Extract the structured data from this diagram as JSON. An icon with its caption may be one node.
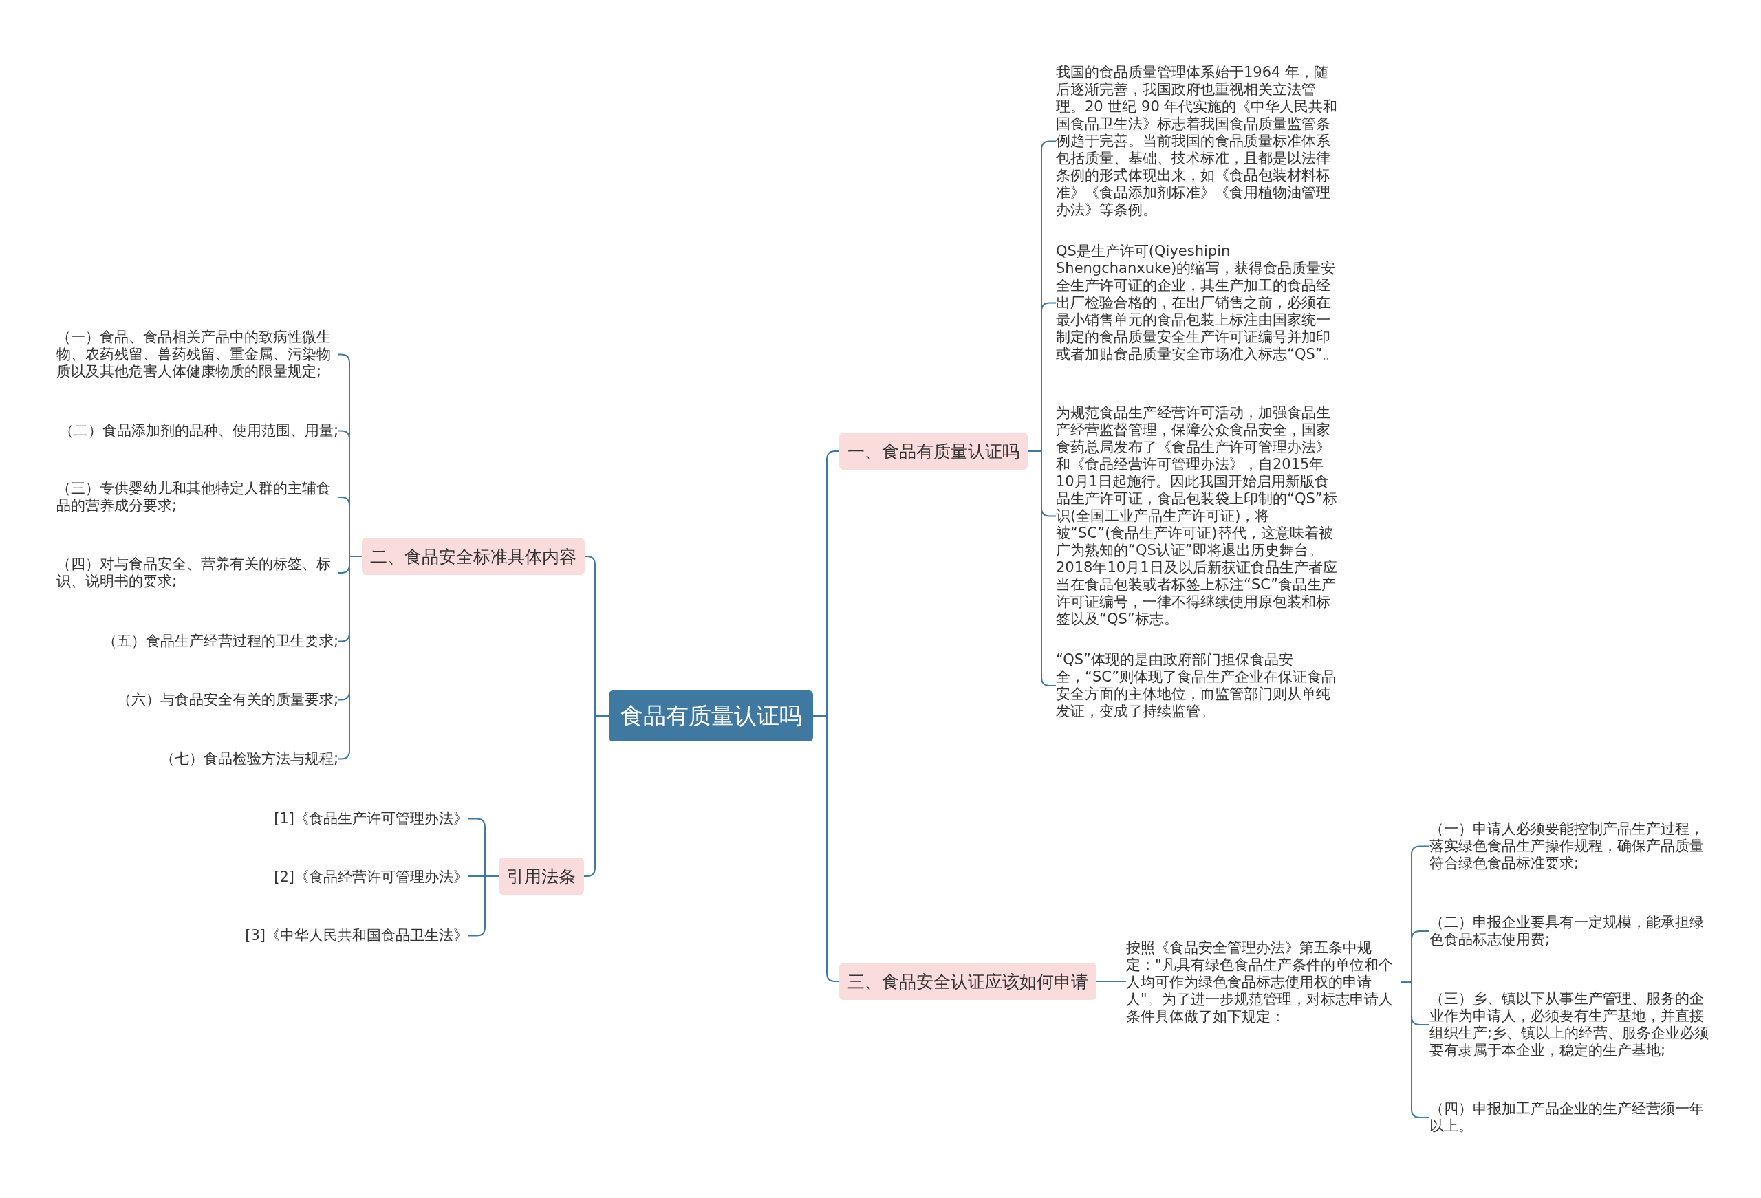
{
  "diagram": {
    "nodes": [
      {
        "text": [
          "食品有质量认证吗"
        ]
      },
      {
        "text": [
          "一、食品有质量认证吗"
        ]
      },
      {
        "text": [
          "我国的食品质量管理体系始于1964 年，随后逐渐完善，我国政府也重视相关立法管理。20 世纪 90 年代实施的《中华人民共和国食品卫生法》标志着我国食品质量监管条例趋于完善。当前我国的食品质量标准体系包括质量、基础、技术标准，且都是以法律条例的形式体现出来，如《食品包装材料标准》《食品添加剂标准》《食用植物油管理办法》等条例。"
        ]
      },
      {
        "text": [
          "QS是生产许可(Qiyeshipin Shengchanxuke)的缩写，获得食品质量安全生产许可证的企业，其生产加工的食品经出厂检验合格的，在出厂销售之前，必须在最小销售单元的食品包装上标注由国家统一制定的食品质量安全生产许可证编号并加印或者加贴食品质量安全市场准入标志“QS”。"
        ]
      },
      {
        "text": [
          "为规范食品生产经营许可活动，加强食品生产经营监督管理，保障公众食品安全，国家食药总局发布了《食品生产许可管理办法》和《食品经营许可管理办法》，自2015年10月1日起施行。因此我国开始启用新版食品生产许可证，食品包装袋上印制的“QS”标识(全国工业产品生产许可证)，将被“SC”(食品生产许可证)替代，这意味着被广为熟知的“QS认证”即将退出历史舞台。2018年10月1日及以后新获证食品生产者应当在食品包装或者标签上标注“SC”食品生产许可证编号，一律不得继续使用原包装和标签以及“QS”标志。"
        ]
      },
      {
        "text": [
          "“QS”体现的是由政府部门担保食品安全，“SC”则体现了食品生产企业在保证食品安全方面的主体地位，而监管部门则从单纯发证，变成了持续监管。"
        ]
      },
      {
        "text": [
          "二、食品安全标准具体内容"
        ]
      },
      {
        "text": [
          "（一）食品、食品相关产品中的致病性微生物、农药残留、兽药残留、重金属、污染物质以及其他危害人体健康物质的限量规定;"
        ]
      },
      {
        "text": [
          "（二）食品添加剂的品种、使用范围、用量;"
        ]
      },
      {
        "text": [
          "（三）专供婴幼儿和其他特定人群的主辅食品的营养成分要求;"
        ]
      },
      {
        "text": [
          "（四）对与食品安全、营养有关的标签、标识、说明书的要求;"
        ]
      },
      {
        "text": [
          "（五）食品生产经营过程的卫生要求;"
        ]
      },
      {
        "text": [
          "（六）与食品安全有关的质量要求;"
        ]
      },
      {
        "text": [
          "（七）食品检验方法与规程;"
        ]
      },
      {
        "text": [
          "引用法条"
        ]
      },
      {
        "text": [
          "[1]《食品生产许可管理办法》"
        ]
      },
      {
        "text": [
          "[2]《食品经营许可管理办法》"
        ]
      },
      {
        "text": [
          "[3]《中华人民共和国食品卫生法》"
        ]
      },
      {
        "text": [
          "三、食品安全认证应该如何申请"
        ]
      },
      {
        "text": [
          "按照《食品安全管理办法》第五条中规定：\"凡具有绿色食品生产条件的单位和个人均可作为绿色食品标志使用权的申请人\"。为了进一步规范管理，对标志申请人条件具体做了如下规定："
        ]
      },
      {
        "text": [
          "（一）申请人必须要能控制产品生产过程，落实绿色食品生产操作规程，确保产品质量符合绿色食品标准要求;"
        ]
      },
      {
        "text": [
          "（二）申报企业要具有一定规模，能承担绿色食品标志使用费;"
        ]
      },
      {
        "text": [
          "（三）乡、镇以下从事生产管理、服务的企业作为申请人，必须要有生产基地，并直接组织生产;乡、镇以上的经营、服务企业必须要有隶属于本企业，稳定的生产基地;"
        ]
      },
      {
        "text": [
          "（四）申报加工产品企业的生产经营须一年以上。"
        ]
      }
    ],
    "edges": [
      {
        "from": 0,
        "to": 1,
        "arrow": "none"
      },
      {
        "from": 1,
        "to": 2,
        "arrow": "none"
      },
      {
        "from": 1,
        "to": 3,
        "arrow": "none"
      },
      {
        "from": 1,
        "to": 4,
        "arrow": "none"
      },
      {
        "from": 1,
        "to": 5,
        "arrow": "none"
      },
      {
        "from": 0,
        "to": 6,
        "arrow": "none"
      },
      {
        "from": 6,
        "to": 7,
        "arrow": "none"
      },
      {
        "from": 6,
        "to": 8,
        "arrow": "none"
      },
      {
        "from": 6,
        "to": 9,
        "arrow": "none"
      },
      {
        "from": 6,
        "to": 10,
        "arrow": "none"
      },
      {
        "from": 6,
        "to": 11,
        "arrow": "none"
      },
      {
        "from": 6,
        "to": 12,
        "arrow": "none"
      },
      {
        "from": 6,
        "to": 13,
        "arrow": "none"
      },
      {
        "from": 0,
        "to": 14,
        "arrow": "none"
      },
      {
        "from": 14,
        "to": 15,
        "arrow": "none"
      },
      {
        "from": 14,
        "to": 16,
        "arrow": "none"
      },
      {
        "from": 14,
        "to": 17,
        "arrow": "none"
      },
      {
        "from": 0,
        "to": 18,
        "arrow": "none"
      },
      {
        "from": 18,
        "to": 19,
        "arrow": "none"
      },
      {
        "from": 19,
        "to": 20,
        "arrow": "none"
      },
      {
        "from": 19,
        "to": 21,
        "arrow": "none"
      },
      {
        "from": 19,
        "to": 22,
        "arrow": "none"
      },
      {
        "from": 19,
        "to": 23,
        "arrow": "none"
      }
    ]
  }
}
